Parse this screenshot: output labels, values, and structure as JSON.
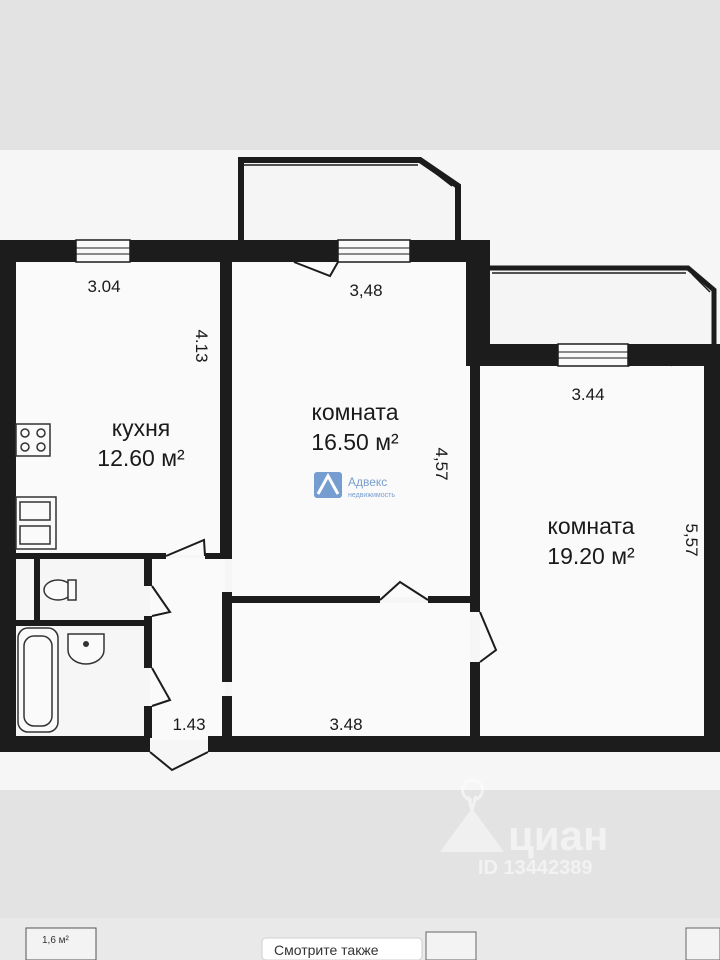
{
  "rooms": {
    "kitchen": {
      "name": "кухня",
      "area": "12.60 м²"
    },
    "room1": {
      "name": "комната",
      "area": "16.50 м²"
    },
    "room2": {
      "name": "комната",
      "area": "19.20 м²"
    }
  },
  "dimensions": {
    "kitchen_width": "3.04",
    "kitchen_length": "4.13",
    "room1_width": "3,48",
    "room1_length": "4,57",
    "room2_width": "3.44",
    "room2_length": "5,57",
    "corridor_width": "3.48",
    "hall_width": "1.43"
  },
  "agency_logo": {
    "text": "Адвекс",
    "subtext": "недвижимость"
  },
  "watermark": {
    "brand": "циан",
    "id": "ID 13442389"
  },
  "footer": {
    "thumb_label": "1,6 м²",
    "see_also": "Смотрите также"
  },
  "colors": {
    "wall": "#1c1c1c",
    "paper": "#fafafa",
    "background": "#e3e3e3",
    "logo": "#4a7fc1"
  }
}
